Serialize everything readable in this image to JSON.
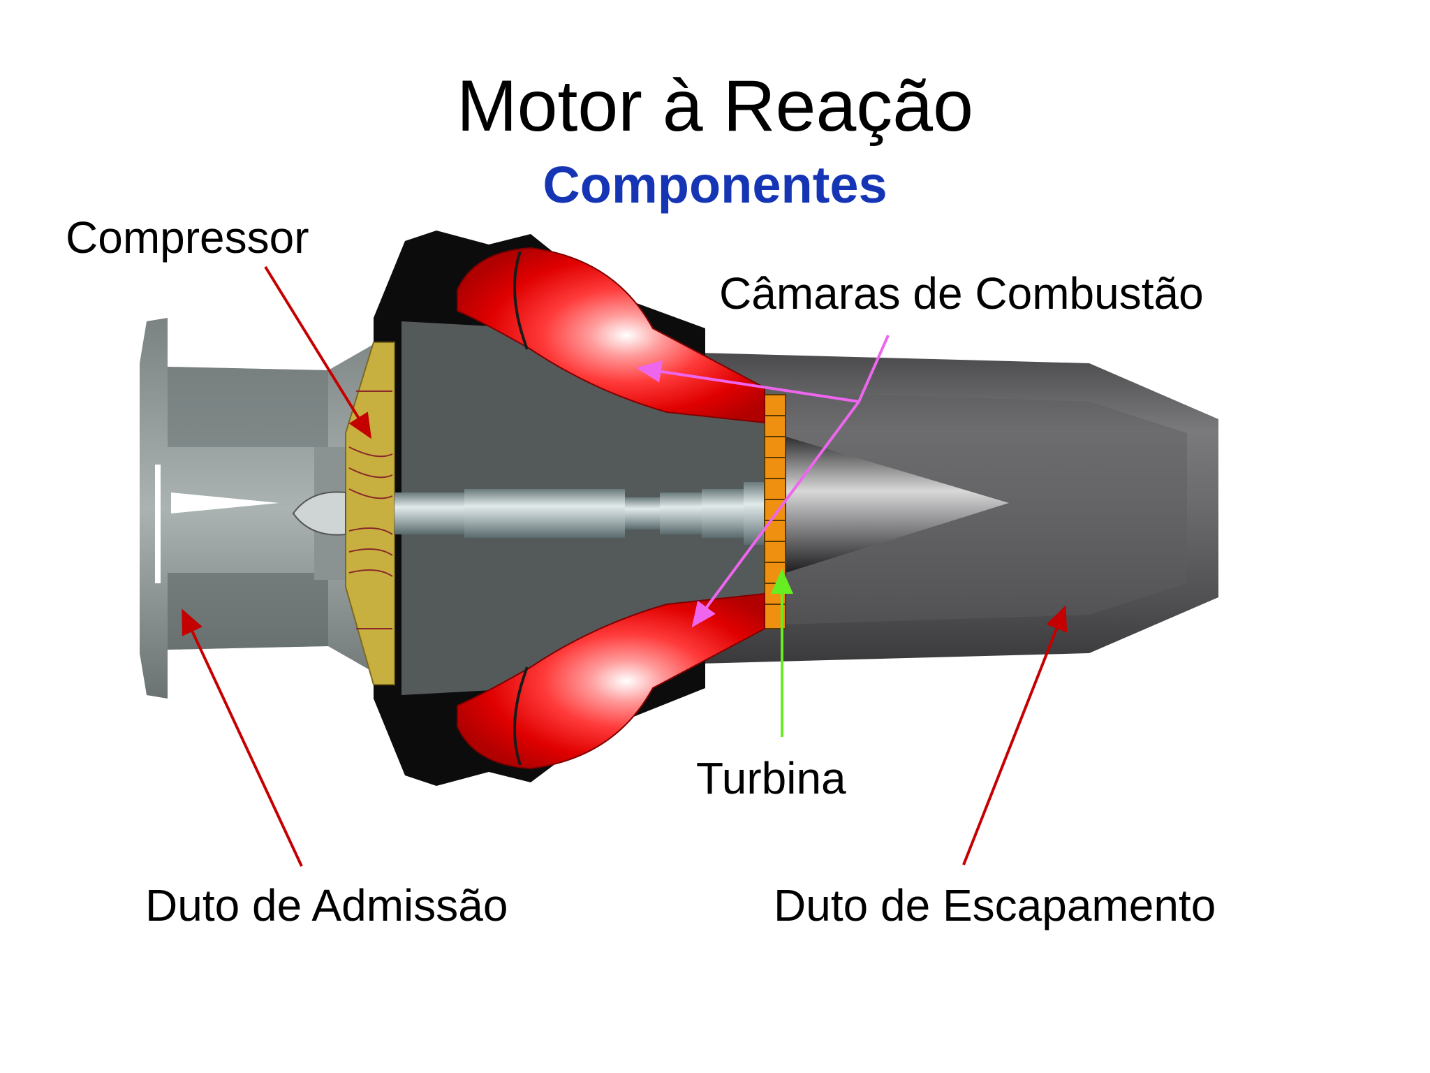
{
  "title": "Motor à Reação",
  "subtitle": "Componentes",
  "labels": {
    "compressor": "Compressor",
    "combustion": "Câmaras de Combustão",
    "turbine": "Turbina",
    "intake": "Duto de Admissão",
    "exhaust": "Duto de Escapamento"
  },
  "colors": {
    "subtitle": "#1535b5",
    "arrow_red": "#c40000",
    "arrow_pink": "#ee66ee",
    "arrow_green": "#66ee22",
    "combustor_red": "#e00000",
    "compressor_gold": "#c8b040",
    "turbine_orange": "#f09010"
  }
}
